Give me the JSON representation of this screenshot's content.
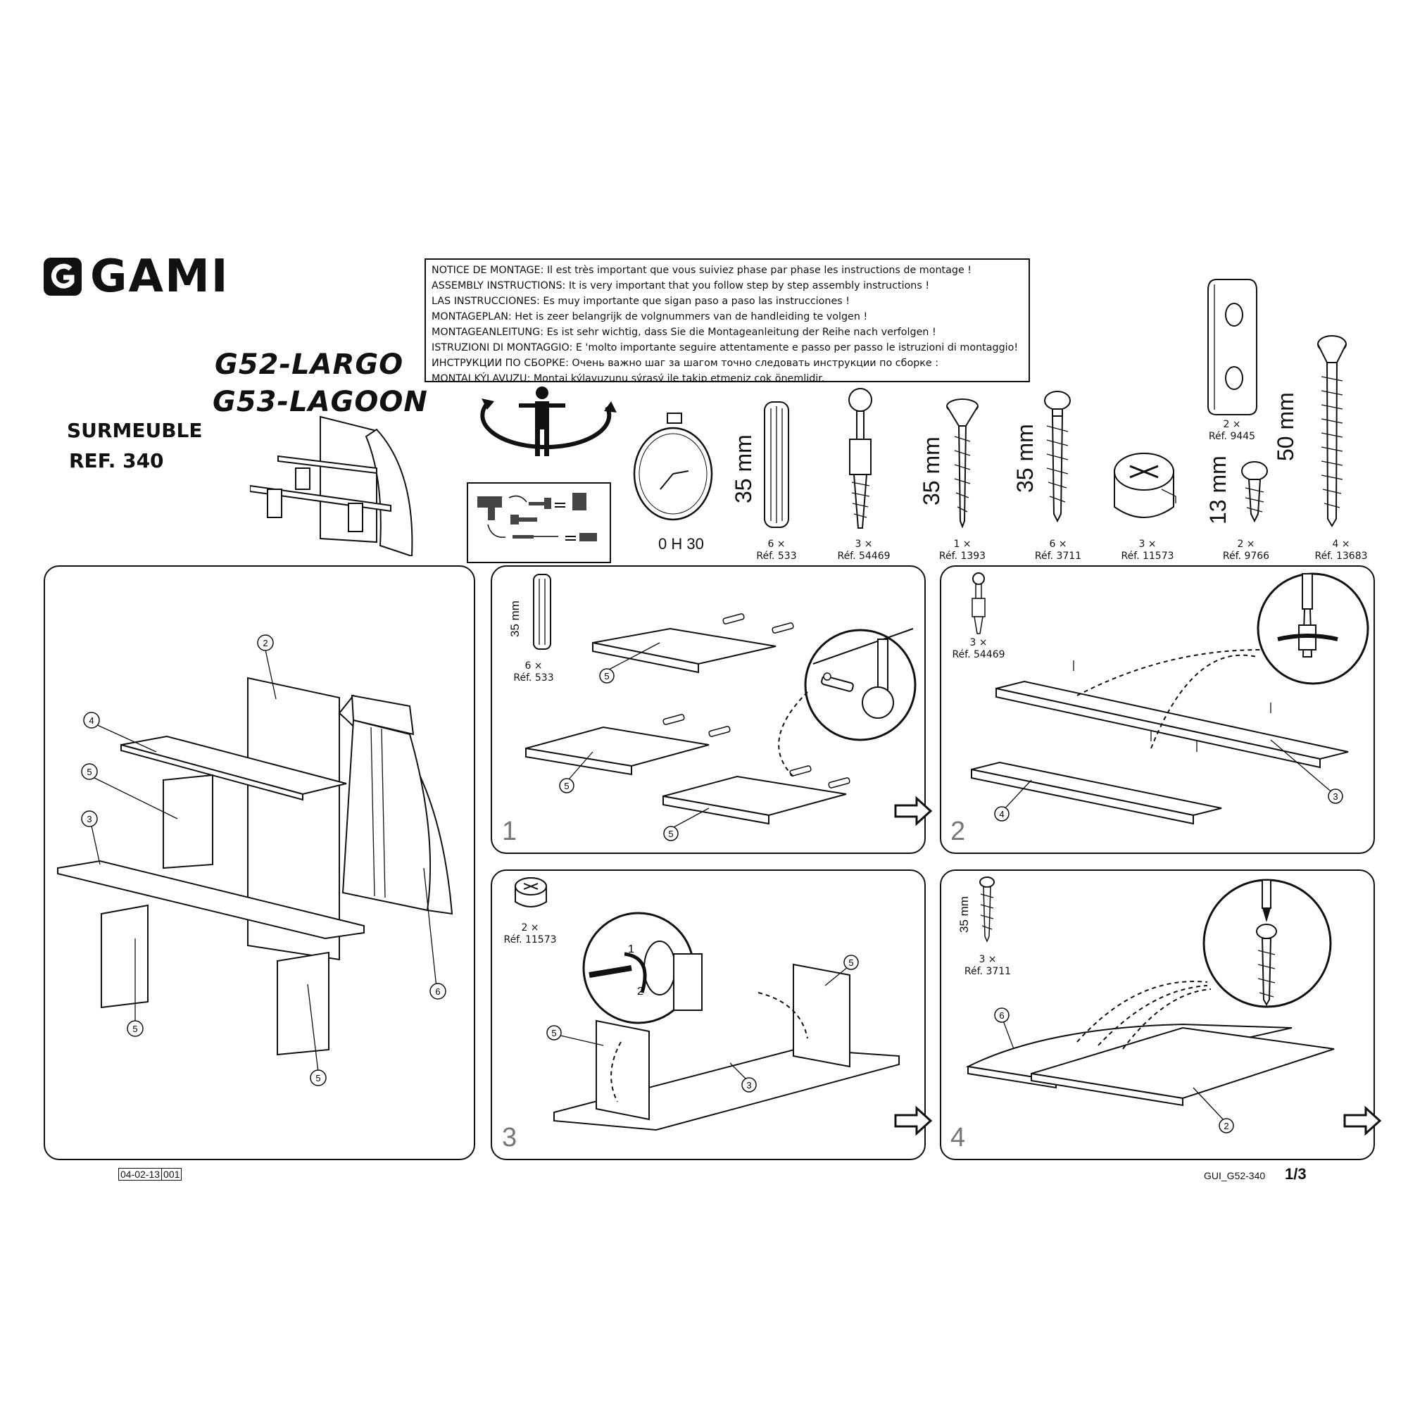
{
  "brand": {
    "name": "GAMI"
  },
  "product": {
    "model_1": "G52-LARGO",
    "model_2": "G53-LAGOON",
    "type": "SURMEUBLE",
    "ref": "REF. 340"
  },
  "notice": [
    "NOTICE DE MONTAGE: Il est très important que vous suiviez phase par phase les instructions de montage !",
    "ASSEMBLY INSTRUCTIONS: It is very important that you follow step by step assembly instructions !",
    "LAS INSTRUCCIONES: Es muy importante que sigan paso a paso las instrucciones !",
    "MONTAGEPLAN: Het is zeer belangrijk de volgnummers van de handleiding te volgen !",
    "MONTAGEANLEITUNG: Es ist sehr wichtig, dass Sie die Montageanleitung der Reihe nach verfolgen !",
    "ISTRUZIONI DI MONTAGGIO: E 'molto importante seguire attentamente e passo per passo le istruzioni di montaggio!",
    "ИНСТРУКЦИИ ПО СБОРКЕ: Очень важно шаг за шагом точно следовать инструкции по сборке :",
    "MONTAJ KÝLAVUZU: Montaj kýlavuzunu sýrasý ile takip etmeniz cok önemlidir."
  ],
  "assembly_time": "0 H 30",
  "hardware": [
    {
      "qty": "6 ×",
      "ref": "Réf. 533",
      "dim": "35 mm",
      "icon": "wooden-dowel-icon"
    },
    {
      "qty": "3 ×",
      "ref": "Réf. 54469",
      "dim": "",
      "icon": "cam-bolt-icon"
    },
    {
      "qty": "1 ×",
      "ref": "Réf. 1393",
      "dim": "35 mm",
      "icon": "countersunk-screw-icon"
    },
    {
      "qty": "6 ×",
      "ref": "Réf. 3711",
      "dim": "35 mm",
      "icon": "pan-screw-icon"
    },
    {
      "qty": "3 ×",
      "ref": "Réf. 11573",
      "dim": "",
      "icon": "cam-lock-icon"
    },
    {
      "qty": "2 ×",
      "ref": "Réf. 9766",
      "dim": "13 mm",
      "icon": "short-screw-icon"
    },
    {
      "qty": "4 ×",
      "ref": "Réf. 13683",
      "dim": "50 mm",
      "icon": "long-screw-icon"
    },
    {
      "qty": "2 ×",
      "ref": "Réf. 9445",
      "dim": "",
      "icon": "connector-plate-icon"
    }
  ],
  "steps": [
    {
      "number": "1",
      "qty": "6 ×",
      "ref": "Réf. 533",
      "dim": "35 mm"
    },
    {
      "number": "2",
      "qty": "3 ×",
      "ref": "Réf. 54469",
      "dim": ""
    },
    {
      "number": "3",
      "qty": "2 ×",
      "ref": "Réf. 11573",
      "dim": ""
    },
    {
      "number": "4",
      "qty": "3 ×",
      "ref": "Réf. 3711",
      "dim": "35 mm"
    }
  ],
  "step3_labels": {
    "one": "1",
    "two": "2"
  },
  "part_numbers": [
    "2",
    "3",
    "4",
    "5",
    "6"
  ],
  "footer": {
    "date": "04-02-13",
    "code": "001",
    "doc_ref": "GUI_G52-340",
    "page": "1/3"
  }
}
